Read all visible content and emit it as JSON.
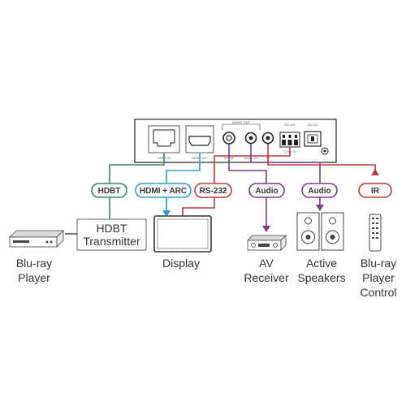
{
  "colors": {
    "hdbt": "#2e8b6e",
    "hdmi": "#2aa0c8",
    "rs232": "#c0393b",
    "audio": "#7b3d8f",
    "ir": "#c0393b",
    "device_line": "#222222"
  },
  "unit": {
    "port_hdbt_in": "HDBT IN",
    "port_hdmi_out": "HDMI OUT",
    "audio_out_header": "AUDIO OUT",
    "port_spdif": "S/PDIF",
    "port_analog": "ANALOG",
    "port_ir": "IR",
    "rs232_header": "RS-232",
    "rs232_pins": "G  Rx  Tx",
    "power_header": "12V DC"
  },
  "connections": {
    "hdbt": "HDBT",
    "hdmi_arc": "HDMI + ARC",
    "rs232": "RS-232",
    "audio_1": "Audio",
    "audio_2": "Audio",
    "ir": "IR"
  },
  "devices": {
    "transmitter_line1": "HDBT",
    "transmitter_line2": "Transmitter",
    "bluray_line1": "Blu-ray",
    "bluray_line2": "Player",
    "display": "Display",
    "receiver_line1": "AV",
    "receiver_line2": "Receiver",
    "speakers_line1": "Active",
    "speakers_line2": "Speakers",
    "control_line1": "Blu-ray",
    "control_line2": "Player",
    "control_line3": "Control"
  }
}
